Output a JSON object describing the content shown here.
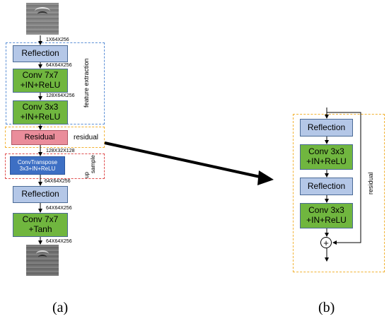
{
  "panel_a": {
    "stages": {
      "reflection1": "Reflection",
      "conv7_line1": "Conv 7x7",
      "conv7_line2": "+IN+ReLU",
      "conv3_line1": "Conv 3x3",
      "conv3_line2": "+IN+ReLU",
      "residual": "Residual",
      "convT_line1": "ConvTranspose",
      "convT_line2": "3x3+IN+ReLU",
      "reflection2": "Reflection",
      "convout_line1": "Conv 7x7",
      "convout_line2": "+Tanh"
    },
    "dims": {
      "d1": "1X64X256",
      "d2": "64X64X256",
      "d3": "128X64X256",
      "d4": "128X32X128",
      "d5": "64X64X256",
      "d6": "64X64X256",
      "d7": "64X64X256"
    },
    "groups": {
      "feature_extraction": "feature extraction",
      "residual": "residual",
      "up": "up",
      "sample": "sample"
    },
    "label": "(a)"
  },
  "panel_b": {
    "reflection1": "Reflection",
    "conv1_line1": "Conv 3x3",
    "conv1_line2": "+IN+ReLU",
    "reflection2": "Reflection",
    "conv2_line1": "Conv 3x3",
    "conv2_line2": "+IN+ReLU",
    "sum_symbol": "+",
    "residual": "residual",
    "label": "(b)"
  },
  "colors": {
    "reflection": "#b4c7e7",
    "conv": "#70b63f",
    "residual": "#ea8d9b",
    "transpose": "#3d6fc4",
    "feature_border": "#5b8fd6",
    "residual_border": "#f2b233",
    "upsample_border": "#e05050"
  }
}
